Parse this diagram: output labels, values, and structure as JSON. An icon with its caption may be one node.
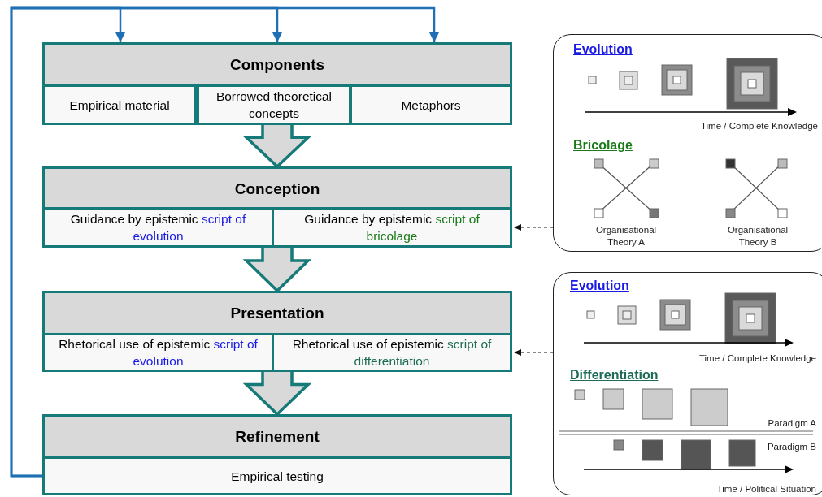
{
  "diagram": {
    "nodes": [
      {
        "text": [
          "Components"
        ]
      },
      {
        "text": [
          "Empirical material"
        ],
        "in": 0
      },
      {
        "text": [
          "Borrowed theoretical concepts"
        ],
        "in": 0
      },
      {
        "text": [
          "Metaphors"
        ],
        "in": 0
      },
      {
        "text": [
          "Conception"
        ]
      },
      {
        "text": [
          "Guidance by epistemic",
          "script of evolution"
        ],
        "in": 4
      },
      {
        "text": [
          "Guidance by epistemic",
          "script of bricolage"
        ],
        "in": 4
      },
      {
        "text": [
          "Presentation"
        ]
      },
      {
        "text": [
          "Rhetorical use of epistemic",
          "script of evolution"
        ],
        "in": 7
      },
      {
        "text": [
          "Rhetorical use of epistemic",
          "script of differentiation"
        ],
        "in": 7
      },
      {
        "text": [
          "Refinement"
        ]
      },
      {
        "text": [
          "Empirical testing"
        ],
        "in": 10
      },
      {
        "text": [
          "Evolution",
          "Bricolage"
        ]
      },
      {
        "text": [
          "Evolution",
          "Differentiation"
        ]
      }
    ],
    "edges": [
      {
        "from": 0,
        "to": 4,
        "arrow": "to",
        "style": "thick"
      },
      {
        "from": 4,
        "to": 7,
        "arrow": "to",
        "style": "thick"
      },
      {
        "from": 7,
        "to": 10,
        "arrow": "to",
        "style": "thick"
      },
      {
        "from": 11,
        "to": 0,
        "arrow": "to",
        "color": "#1f6fb4"
      },
      {
        "from": 11,
        "to": 0,
        "arrow": "to",
        "color": "#1f6fb4"
      },
      {
        "from": 11,
        "to": 0,
        "arrow": "to",
        "color": "#1f6fb4"
      },
      {
        "from": 12,
        "to": 6,
        "arrow": "to",
        "style": "dashed",
        "color": "#111111"
      },
      {
        "from": 13,
        "to": 9,
        "arrow": "to",
        "style": "dashed",
        "color": "#111111"
      }
    ],
    "labels": [
      "Time / Complete Knowledge",
      "Organisational Theory A",
      "Organisational Theory B",
      "Time / Complete Knowledge",
      "Paradigm A",
      "Paradigm B",
      "Time / Political Situation"
    ]
  }
}
